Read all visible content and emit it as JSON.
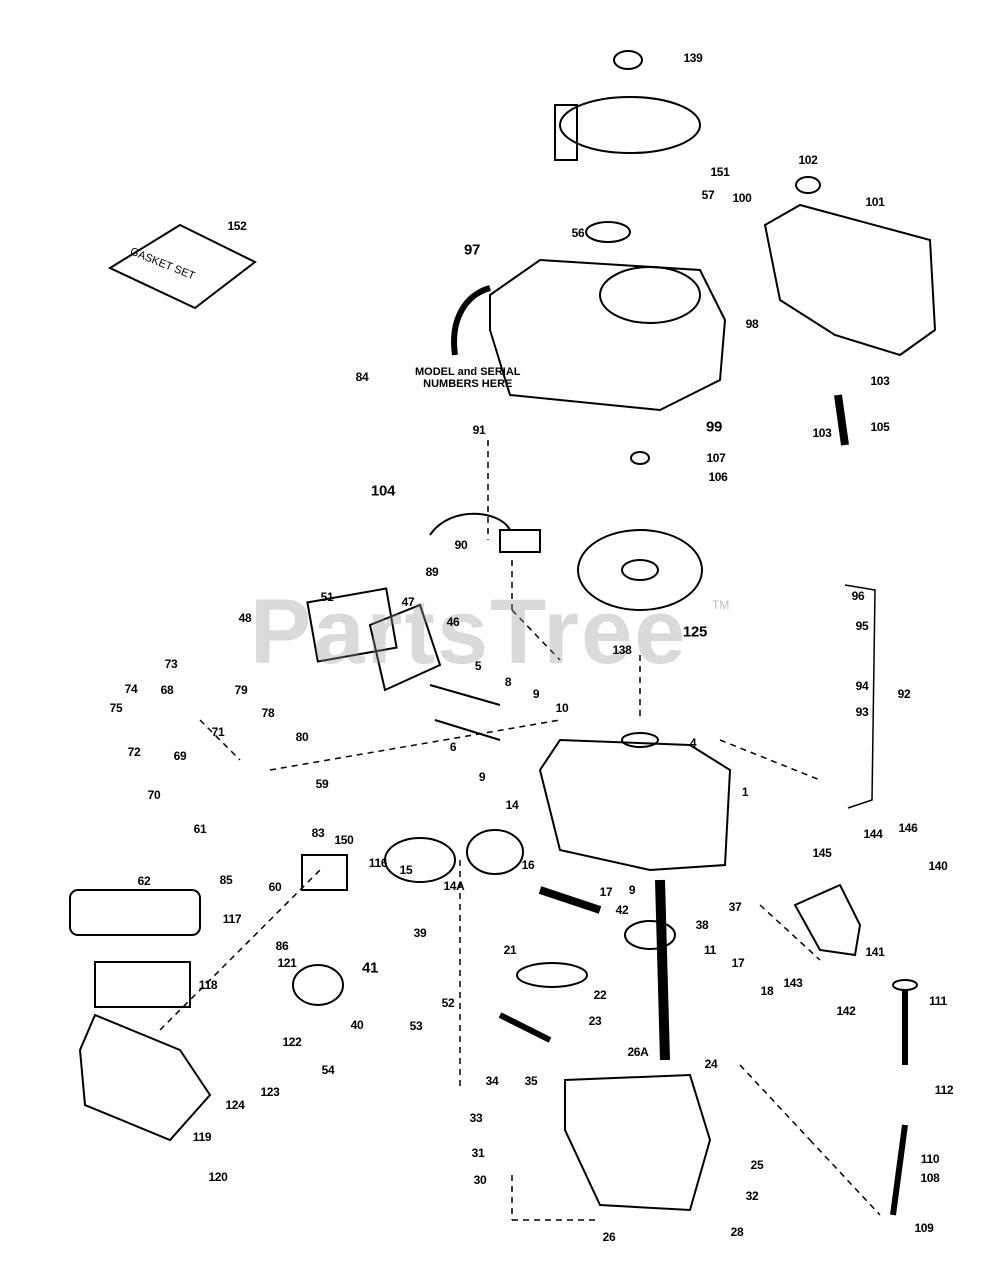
{
  "watermark": "PartsTree",
  "trademark": "TM",
  "gasket_text": "GASKET SET",
  "note": {
    "line1": "MODEL and SERIAL",
    "line2": "NUMBERS HERE"
  },
  "labels": [
    "139",
    "151",
    "57",
    "102",
    "100",
    "101",
    "152",
    "97",
    "56",
    "98",
    "84",
    "103",
    "105",
    "103",
    "91",
    "99",
    "107",
    "106",
    "104",
    "90",
    "89",
    "51",
    "47",
    "96",
    "95",
    "125",
    "46",
    "48",
    "138",
    "5",
    "73",
    "79",
    "78",
    "74",
    "68",
    "8",
    "94",
    "92",
    "75",
    "71",
    "9",
    "10",
    "93",
    "72",
    "69",
    "4",
    "6",
    "80",
    "70",
    "9",
    "59",
    "1",
    "14",
    "144",
    "146",
    "61",
    "83",
    "150",
    "116",
    "16",
    "15",
    "145",
    "140",
    "62",
    "85",
    "60",
    "14A",
    "17",
    "9",
    "37",
    "42",
    "38",
    "117",
    "86",
    "39",
    "21",
    "11",
    "141",
    "41",
    "121",
    "118",
    "22",
    "17",
    "143",
    "142",
    "111",
    "40",
    "52",
    "53",
    "18",
    "23",
    "26A",
    "24",
    "122",
    "54",
    "34",
    "35",
    "124",
    "123",
    "112",
    "33",
    "119",
    "110",
    "31",
    "25",
    "120",
    "108",
    "30",
    "32",
    "28",
    "26",
    "109"
  ]
}
